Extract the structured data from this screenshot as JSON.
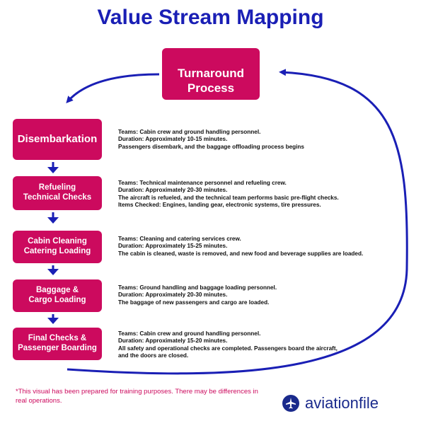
{
  "title": "Value Stream Mapping",
  "main_box": {
    "line1": "Turnaround",
    "line2": "Process"
  },
  "steps": [
    {
      "label": "Disembarkation",
      "desc": [
        "Teams: Cabin crew and ground handling personnel.",
        "Duration: Approximately 10-15 minutes.",
        "Passengers disembark, and the baggage offloading process begins"
      ]
    },
    {
      "label": "Refueling\nTechnical Checks",
      "desc": [
        "Teams: Technical maintenance personnel and refueling crew.",
        "Duration: Approximately 20-30 minutes.",
        "The aircraft is refueled, and the technical team performs basic pre-flight checks.",
        "Items Checked: Engines, landing gear, electronic systems, tire pressures."
      ]
    },
    {
      "label": "Cabin Cleaning\nCatering Loading",
      "desc": [
        "Teams: Cleaning and catering services crew.",
        "Duration: Approximately 15-25 minutes.",
        "The cabin is cleaned, waste is removed, and new food and beverage supplies are loaded."
      ]
    },
    {
      "label": "Baggage &\nCargo Loading",
      "desc": [
        "Teams: Ground handling and baggage loading personnel.",
        "Duration: Approximately 20-30 minutes.",
        "The baggage of new passengers and cargo are loaded."
      ]
    },
    {
      "label": "Final Checks &\nPassenger Boarding",
      "desc": [
        "Teams: Cabin crew and ground handling personnel.",
        "Duration: Approximately 15-20 minutes.",
        "All safety and operational checks are completed. Passengers board the aircraft,",
        "and the doors are closed."
      ]
    }
  ],
  "footnote": "*This visual has been prepared for training purposes. There may be differences in real operations.",
  "logo": {
    "text": "aviationfile",
    "icon": "airplane-icon"
  },
  "colors": {
    "accent": "#cc0a5e",
    "title": "#1a1fb5",
    "arrow": "#1a1fb5",
    "logo": "#1a2a8c"
  }
}
